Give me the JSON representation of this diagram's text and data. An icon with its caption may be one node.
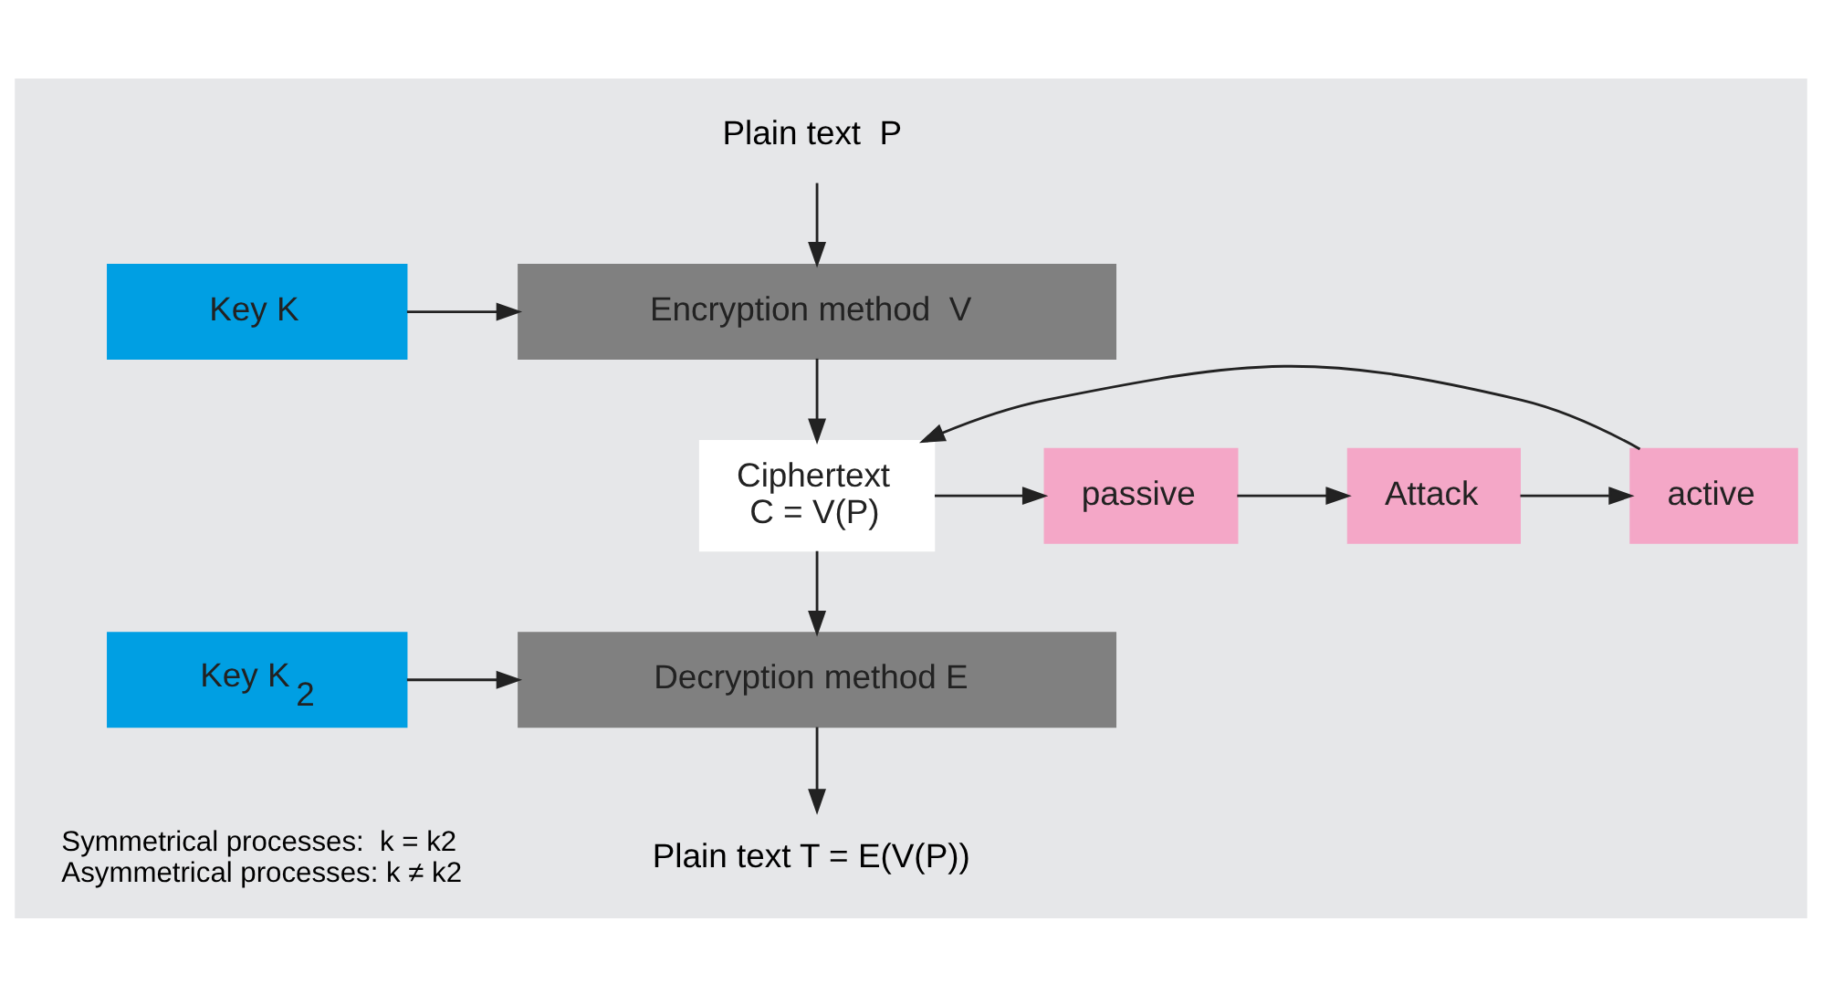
{
  "diagram": {
    "nodes": [
      {
        "text": [
          "Plain text  P"
        ]
      },
      {
        "text": [
          "Encryption method  V"
        ]
      },
      {
        "text": [
          "Key K"
        ]
      },
      {
        "text": [
          "Ciphertext",
          "C = V(P)"
        ]
      },
      {
        "text": [
          "passive"
        ]
      },
      {
        "text": [
          "Attack"
        ]
      },
      {
        "text": [
          "active"
        ]
      },
      {
        "text": [
          "Decryption method E"
        ]
      },
      {
        "text": [
          "Key K$_{2}$"
        ]
      },
      {
        "text": [
          "Plain text T = E(V(P))"
        ]
      }
    ],
    "edges": [
      {
        "from": 0,
        "to": 1,
        "arrow": "to"
      },
      {
        "from": 2,
        "to": 1,
        "arrow": "to"
      },
      {
        "from": 1,
        "to": 3,
        "arrow": "to"
      },
      {
        "from": 3,
        "to": 4,
        "arrow": "to"
      },
      {
        "from": 4,
        "to": 5,
        "arrow": "to"
      },
      {
        "from": 5,
        "to": 6,
        "arrow": "to"
      },
      {
        "from": 6,
        "to": 3,
        "arrow": "to"
      },
      {
        "from": 3,
        "to": 7,
        "arrow": "to"
      },
      {
        "from": 8,
        "to": 7,
        "arrow": "to"
      },
      {
        "from": 7,
        "to": 9,
        "arrow": "to"
      }
    ],
    "labels": [
      "Symmetrical processes:  k = k2",
      "Asymmetrical processes: k ≠ k2"
    ]
  }
}
